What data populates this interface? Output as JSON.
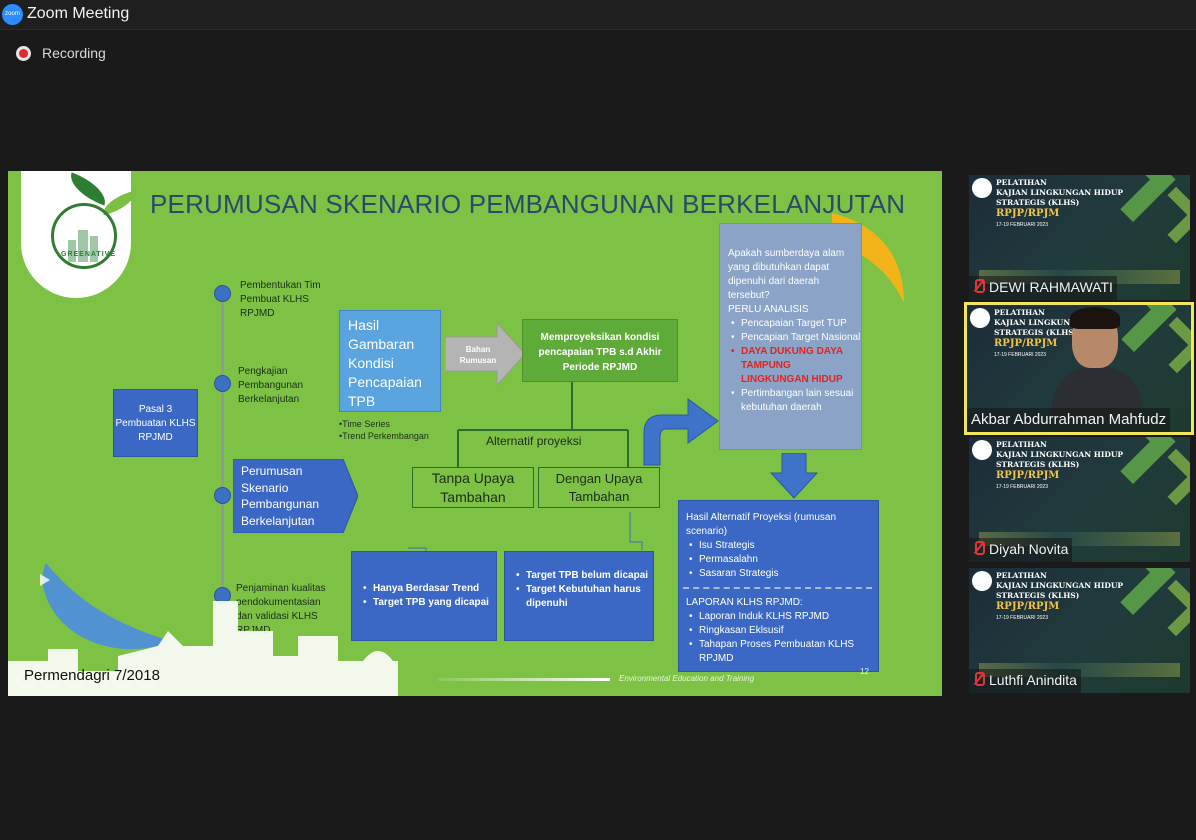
{
  "window": {
    "title": "Zoom Meeting",
    "logo_text": "zoom"
  },
  "recording": {
    "label": "Recording"
  },
  "slide": {
    "title": "PERUMUSAN SKENARIO  PEMBANGUNAN BERKELANJUTAN",
    "logo_text": "GREENATIVE",
    "steps": [
      {
        "text": "Pembentukan Tim Pembuat KLHS RPJMD"
      },
      {
        "text": "Pengkajian Pembangunan Berkelanjutan"
      },
      {
        "text": "Perumusan Skenario Pembangunan Berkelanjutan"
      },
      {
        "text": "Penjaminan kualitas pendokumentasian dan validasi KLHS RPJMD"
      }
    ],
    "pasal": "Pasal 3 Pembuatan KLHS RPJMD",
    "hasil_box": "Hasil Gambaran Kondisi Pencapaian TPB",
    "hasil_notes": [
      "•Time Series",
      "•Trend Perkembangan"
    ],
    "bahan_rumusan": "Bahan Rumusan",
    "proyeksi_box": "Memproyeksikan kondisi pencapaian TPB s.d Akhir Periode RPJMD",
    "alternatif_label": "Alternatif proyeksi",
    "tanpa_upaya": "Tanpa Upaya Tambahan",
    "dengan_upaya": "Dengan Upaya Tambahan",
    "hanya_box": [
      "Hanya Berdasar Trend",
      "Target TPB yang dicapai"
    ],
    "target_box": [
      "Target TPB belum dicapai",
      "Target Kebutuhan harus dipenuhi"
    ],
    "analisis_intro": "Apakah sumberdaya alam yang dibutuhkan dapat dipenuhi dari daerah tersebut?",
    "analisis_heading": "PERLU ANALISIS",
    "analisis_items": [
      "Pencapaian Target TUP",
      "Pencapian Target Nasional"
    ],
    "analisis_red": "DAYA DUKUNG DAYA TAMPUNG LINGKUNGAN HIDUP",
    "analisis_last": "Pertimbangan lain sesuai kebutuhan daerah",
    "hasil_alt_title": "Hasil Alternatif Proyeksi (rumusan scenario)",
    "hasil_alt_items": [
      "Isu Strategis",
      "Permasalahn",
      "Sasaran Strategis"
    ],
    "laporan_title": "LAPORAN KLHS RPJMD:",
    "laporan_items": [
      "Laporan Induk KLHS RPJMD",
      "Ringkasan Eklsusif",
      "Tahapan Proses Pembuatan KLHS RPJMD"
    ],
    "footer_ref": "Permendagri 7/2018",
    "footer_brand": "Environmental Education and Training",
    "page_number": "12"
  },
  "participants": [
    {
      "name": "DEWI RAHMAWATI",
      "muted": true,
      "active": false,
      "banner": {
        "line1": "PELATIHAN",
        "line2": "KAJIAN LINGKUNGAN HIDUP",
        "line3": "STRATEGIS (KLHS)",
        "sub": "RPJP/RPJM",
        "date": "17-19 FEBRUARI 2023"
      }
    },
    {
      "name": "Akbar Abdurrahman Mahfudz",
      "muted": false,
      "active": true,
      "banner": {
        "line1": "PELATIHAN",
        "line2": "KAJIAN LINGKUNGAN",
        "line3": "STRATEGIS (KLHS)",
        "sub": "RPJP/RPJM",
        "date": "17-19 FEBRUARI 2023"
      }
    },
    {
      "name": "Diyah Novita",
      "muted": true,
      "active": false,
      "banner": {
        "line1": "PELATIHAN",
        "line2": "KAJIAN LINGKUNGAN HIDUP",
        "line3": "STRATEGIS (KLHS)",
        "sub": "RPJP/RPJM",
        "date": "17-19 FEBRUARI 2023"
      }
    },
    {
      "name": "Luthfi Anindita",
      "muted": true,
      "active": false,
      "banner": {
        "line1": "PELATIHAN",
        "line2": "KAJIAN LINGKUNGAN HIDUP",
        "line3": "STRATEGIS (KLHS)",
        "sub": "RPJP/RPJM",
        "date": "17-19 FEBRUARI 2023"
      }
    }
  ],
  "colors": {
    "slide_bg": "#7dc244",
    "box_blue": "#3b68c4",
    "active_border": "#f2e65a",
    "muted_red": "#e33535",
    "accent_red": "#e3241b"
  }
}
